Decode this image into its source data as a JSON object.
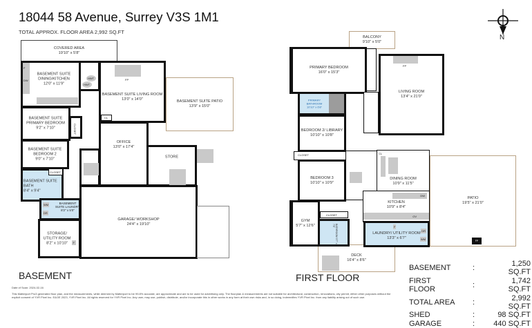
{
  "header": {
    "title": "18044 58 Avenue, Surrey V3S 1M1",
    "subtitle": "TOTAL APPROX. FLOOR AREA 2,992 SQ.FT"
  },
  "basement": {
    "label": "BASEMENT",
    "rooms": {
      "covered": {
        "name": "COVERED AREA",
        "dim": "19'10\" x 5'8\""
      },
      "dining": {
        "name": "BASEMENT SUITE DINING/KITCHEN",
        "dim": "12'0\" x 11'9\""
      },
      "living": {
        "name": "BASEMENT SUITE LIVING ROOM",
        "dim": "13'0\" x 14'0\""
      },
      "patio": {
        "name": "BASEMENT SUITE PATIO",
        "dim": "13'9\" x 15'0\""
      },
      "primary": {
        "name": "BASEMENT SUITE PRIMARY BEDROOM",
        "dim": "9'2\" x 7'10\""
      },
      "bedroom2": {
        "name": "BASEMENT SUITE BEDROOM 2",
        "dim": "9'0\" x 7'10\""
      },
      "bath": {
        "name": "BASEMENT SUITE BATH",
        "dim": "8'4\" x 9'4\""
      },
      "laundry": {
        "name": "BASEMENT SUITE LAUNDRY",
        "dim": "8'2\" x 5'0\""
      },
      "storage": {
        "name": "STORAGE/ UTILITY ROOM",
        "dim": "8'2\" x 10'10\""
      },
      "office": {
        "name": "OFFICE",
        "dim": "13'0\" x 17'4\""
      },
      "store": {
        "name": "STORE",
        "dim": ""
      },
      "garage": {
        "name": "GARAGE/ WORKSHOP",
        "dim": "24'4\" x 19'10\""
      }
    },
    "fixtures": {
      "fp": "FP",
      "hwt1": "HWT",
      "hwt2": "HWT",
      "dw": "DW",
      "f": "F",
      "closet": "CLOSET",
      "closet2": "CLOSET",
      "cl": "CL",
      "wm": "WM",
      "dr": "DR",
      "f2": "F"
    }
  },
  "first_floor": {
    "label": "FIRST FLOOR",
    "rooms": {
      "balcony": {
        "name": "BALCONY",
        "dim": "9'10\" x 5'0\""
      },
      "primary": {
        "name": "PRIMARY BEDROOM",
        "dim": "16'0\" x 15'3\""
      },
      "primary_bath": {
        "name": "PRIMARY BATHROOM",
        "dim": "10'10\" x 6'8\""
      },
      "living": {
        "name": "LIVING ROOM",
        "dim": "13'4\" x 21'0\""
      },
      "bedroom2": {
        "name": "BEDROOM 2/ LIBRARY",
        "dim": "10'10\" x 10'8\""
      },
      "bedroom3": {
        "name": "BEDROOM 3",
        "dim": "10'10\" x 10'9\""
      },
      "dining": {
        "name": "DINING ROOM",
        "dim": "10'9\" x 11'5\""
      },
      "kitchen": {
        "name": "KITCHEN",
        "dim": "10'9\" x 8'4\""
      },
      "patio": {
        "name": "PATIO",
        "dim": "19'5\" x 21'0\""
      },
      "gym": {
        "name": "GYM",
        "dim": "5'7\" x 12'6\""
      },
      "bathroom": {
        "name": "BATHROOM",
        "dim": "5'7\" x 7'8\""
      },
      "laundry": {
        "name": "LAUNDRY/ UTILITY ROOM",
        "dim": "13'3\" x 6'7\""
      },
      "deck": {
        "name": "DECK",
        "dim": "16'4\" x 8'6\""
      }
    },
    "fixtures": {
      "fp": "FP",
      "fp2": "FP",
      "closet": "CLOSET",
      "cl": "CL",
      "dw": "DW",
      "ov": "OV",
      "dr": "DR",
      "wm": "WM",
      "f": "F"
    }
  },
  "compass": {
    "label": "N"
  },
  "areas": [
    {
      "name": "BASEMENT",
      "value": "1,250 SQ.FT"
    },
    {
      "name": "FIRST FLOOR",
      "value": "1,742 SQ.FT"
    },
    {
      "name": "TOTAL AREA",
      "value": "2,992 SQ.FT"
    },
    {
      "name": "SHED",
      "value": "98 SQ.FT"
    },
    {
      "name": "GARAGE",
      "value": "440 SQ.FT"
    }
  ],
  "areas_sep": ":",
  "footer": {
    "scan_date": "Date of Scan: 2024-02-16",
    "disclaimer": "This Matterport Pro3 generated floor plan, and the measurements, while deemed by Matterport to be 99.8% accurate, are approximate and are to be used for advertising only. The floorplan & measurements are not suitable for architectural, construction, renovations, city permit, either other purposes without the explicit consent of YVR Pixel Inc. E&OE 2023, YVR Pixel Inc. All rights reserved for YVR Pixel Inc. Any user, may use, publish, distribute, and/or incorporate this in other works in any form at their own risks and, in so doing, indemnifies YVR Pixel Inc. from any liability arising out of such use."
  }
}
